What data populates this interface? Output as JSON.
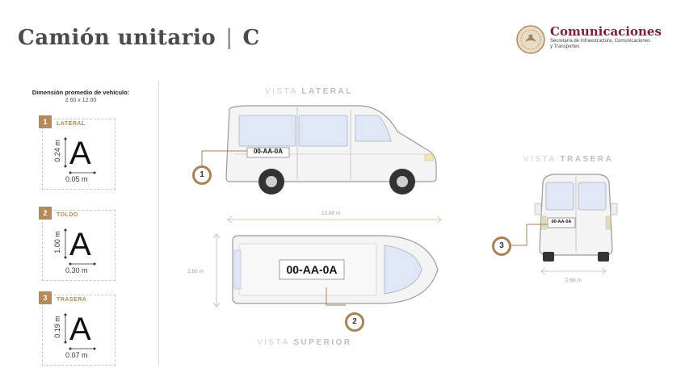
{
  "header": {
    "title_main": "Camión unitario",
    "title_sep": "|",
    "title_code": "C"
  },
  "logo": {
    "name": "Comunicaciones",
    "subtitle_line1": "Secretaría de Infraestructura, Comunicaciones",
    "subtitle_line2": "y Transportes"
  },
  "dimensions": {
    "heading": "Dimensión promedio de vehículo:",
    "value": "2.60 x 12.00"
  },
  "cards": [
    {
      "number": "1",
      "label": "LATERAL",
      "letter": "A",
      "height": "0.24 m",
      "width": "0.05 m"
    },
    {
      "number": "2",
      "label": "TOLDO",
      "letter": "A",
      "height": "1.00 m",
      "width": "0.30 m"
    },
    {
      "number": "3",
      "label": "TRASERA",
      "letter": "A",
      "height": "0.19 m",
      "width": "0.07 m"
    }
  ],
  "views": {
    "lateral_prefix": "VISTA ",
    "lateral_bold": "LATERAL",
    "superior_prefix": "VISTA ",
    "superior_bold": "SUPERIOR",
    "trasera_prefix": "VISTA ",
    "trasera_bold": "TRASERA"
  },
  "plates": {
    "lateral": "00-AA-0A",
    "toldo": "00-AA-0A",
    "trasera": "00-AA-0A"
  },
  "measures": {
    "length": "12.00 m",
    "width_top": "2.60 m",
    "width_rear": "2.60 m"
  },
  "callouts": [
    "1",
    "2",
    "3"
  ],
  "colors": {
    "accent_gold": "#b38a5a",
    "brand_maroon": "#7a1f3a",
    "window_blue": "#dfe6f5"
  }
}
